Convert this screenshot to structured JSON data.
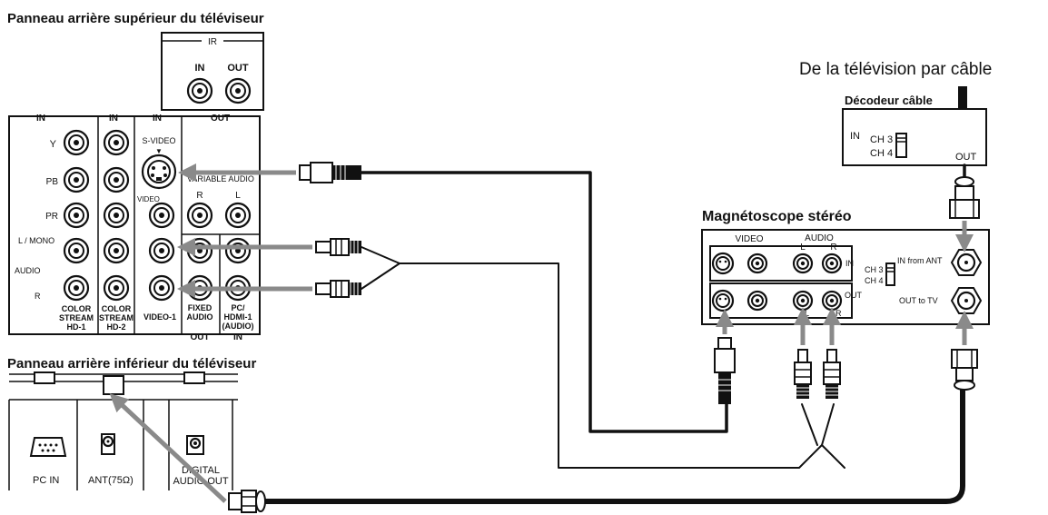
{
  "labels": {
    "tv_top_title": "Panneau arrière supérieur du téléviseur",
    "tv_bottom_title": "Panneau arrière inférieur du téléviseur",
    "cable_source": "De la télévision par câble",
    "decoder_title": "Décodeur câble",
    "vcr_title": "Magnétoscope stéréo"
  },
  "tv_top_panel": {
    "ir_label": "IR",
    "ir_in": "IN",
    "ir_out": "OUT",
    "group_in_1": "IN",
    "group_in_2": "IN",
    "group_in_3": "IN",
    "group_out": "OUT",
    "y": "Y",
    "pb": "PB",
    "pr": "PR",
    "l_mono": "L / MONO",
    "audio": "AUDIO",
    "r": "R",
    "svideo": "S-VIDEO",
    "svideo_arrow": "▼",
    "video": "VIDEO",
    "variable_audio": "VARIABLE AUDIO",
    "var_r": "R",
    "var_l": "L",
    "cs1_line1": "COLOR",
    "cs1_line2": "STREAM",
    "cs1_line3": "HD-1",
    "cs2_line1": "COLOR",
    "cs2_line2": "STREAM",
    "cs2_line3": "HD-2",
    "video1": "VIDEO-1",
    "fixed_line1": "FIXED",
    "fixed_line2": "AUDIO",
    "pc_line1": "PC/",
    "pc_line2": "HDMI-1",
    "pc_line3": "(AUDIO)",
    "bottom_out": "OUT",
    "bottom_in": "IN"
  },
  "tv_bottom_panel": {
    "pc_in": "PC IN",
    "ant": "ANT(75Ω)",
    "digital_line1": "DIGITAL",
    "digital_line2": "AUDIO OUT"
  },
  "decoder": {
    "in": "IN",
    "ch3": "CH 3",
    "ch4": "CH 4",
    "out": "OUT"
  },
  "vcr": {
    "video": "VIDEO",
    "audio": "AUDIO",
    "l": "L",
    "r": "R",
    "in": "IN",
    "out": "OUT",
    "l2": "L",
    "r2": "R",
    "ch3": "CH 3",
    "ch4": "CH 4",
    "in_from_ant": "IN from ANT",
    "out_to_tv": "OUT to TV"
  }
}
